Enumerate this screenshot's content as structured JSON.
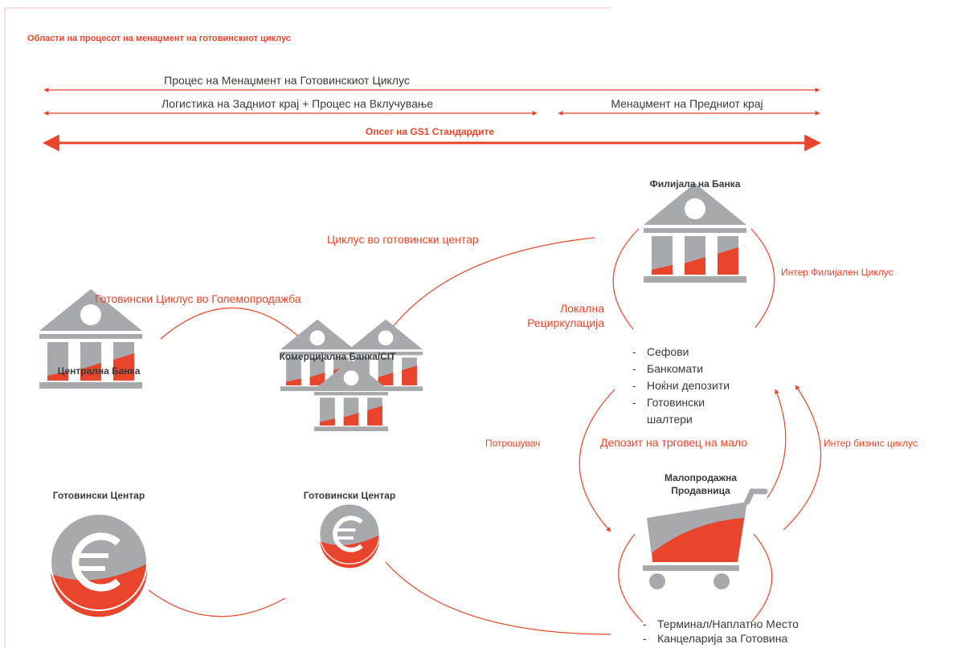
{
  "header": {
    "title": "Области на процесот на менаџмент на готовинскиот циклус"
  },
  "scope_bars": {
    "full_process": "Процес на Менаџмент на Готовинскиот Циклус",
    "back_end": "Логистика на Задниот крај + Процес на Вклучување",
    "front_end": "Менаџмент на Предниот крај",
    "gs1_scope": "Опсег на GS1 Стандардите"
  },
  "nodes": {
    "central_bank": {
      "label": "Централна Банка",
      "cash_center": "Готовински Центар"
    },
    "commercial_bank": {
      "label": "Комерцијална Банка/CIT",
      "cash_center": "Готовински Центар"
    },
    "bank_branch": {
      "label": "Филијала на Банка"
    },
    "retail_store": {
      "label_line1": "Малопродажна",
      "label_line2": "Продавница"
    }
  },
  "cycles": {
    "wholesale": "Готовински Циклус во Големопродажба",
    "cash_center_cycle": "Циклус во готовински центар",
    "inter_branch": "Интер Филијален Циклус",
    "local_recirc_line1": "Локална",
    "local_recirc_line2": "Рециркулација",
    "consumer": "Потрошувач",
    "retailer_deposit": "Депозит на трговец на мало",
    "inter_business": "Интер бизнис циклус"
  },
  "branch_channels": [
    "Сефови",
    "Банкомати",
    "Ноќни депозити",
    "Готовински шалтери"
  ],
  "store_points": [
    "Терминал/Наплатно Место",
    "Канцеларија за Готовина"
  ],
  "colors": {
    "accent": "#e8452c",
    "gray": "#a7a9ac",
    "text": "#3a3a3a"
  },
  "icons": [
    "bank-icon",
    "euro-coin-icon",
    "shopping-cart-icon"
  ]
}
